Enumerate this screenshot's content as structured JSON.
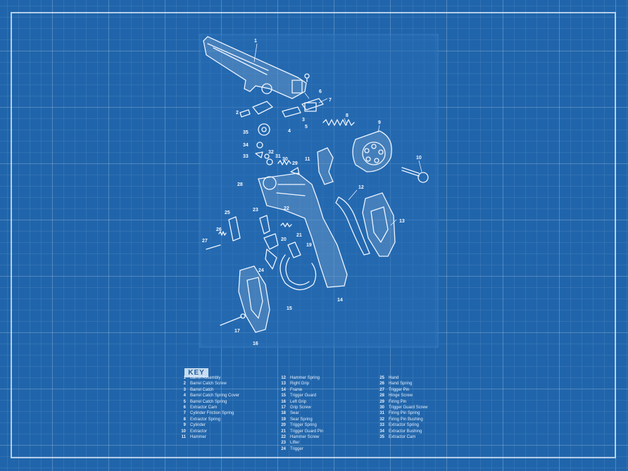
{
  "diagram": {
    "callouts": [
      "1",
      "2",
      "3",
      "4",
      "5",
      "6",
      "7",
      "8",
      "9",
      "10",
      "11",
      "12",
      "13",
      "14",
      "15",
      "16",
      "17",
      "19",
      "20",
      "21",
      "22",
      "23",
      "24",
      "25",
      "26",
      "27",
      "28",
      "29",
      "30",
      "31",
      "32",
      "33",
      "34",
      "35"
    ]
  },
  "key": {
    "title": "KEY",
    "columns": [
      [
        {
          "n": "1",
          "label": "Barrel Assembly"
        },
        {
          "n": "2",
          "label": "Barrel Catch Screw"
        },
        {
          "n": "3",
          "label": "Barrel Catch"
        },
        {
          "n": "4",
          "label": "Barrel Catch Spring Cover"
        },
        {
          "n": "5",
          "label": "Barrel Catch Spring"
        },
        {
          "n": "6",
          "label": "Extractor Cam"
        },
        {
          "n": "7",
          "label": "Cylinder Friction Spring"
        },
        {
          "n": "8",
          "label": "Extractor Spring"
        },
        {
          "n": "9",
          "label": "Cylinder"
        },
        {
          "n": "10",
          "label": "Extractor"
        },
        {
          "n": "11",
          "label": "Hammer"
        }
      ],
      [
        {
          "n": "12",
          "label": "Hammer Spring"
        },
        {
          "n": "13",
          "label": "Right Grip"
        },
        {
          "n": "14",
          "label": "Frame"
        },
        {
          "n": "15",
          "label": "Trigger Guard"
        },
        {
          "n": "16",
          "label": "Left Grip"
        },
        {
          "n": "17",
          "label": "Grip Screw"
        },
        {
          "n": "18",
          "label": "Sear"
        },
        {
          "n": "19",
          "label": "Sear Spring"
        },
        {
          "n": "20",
          "label": "Trigger Spring"
        },
        {
          "n": "21",
          "label": "Trigger Guard Pin"
        },
        {
          "n": "22",
          "label": "Hammer Screw"
        },
        {
          "n": "23",
          "label": "Lifter"
        },
        {
          "n": "24",
          "label": "Trigger"
        }
      ],
      [
        {
          "n": "25",
          "label": "Hand"
        },
        {
          "n": "26",
          "label": "Hand Spring"
        },
        {
          "n": "27",
          "label": "Trigger Pin"
        },
        {
          "n": "28",
          "label": "Hinge Screw"
        },
        {
          "n": "29",
          "label": "Firing Pin"
        },
        {
          "n": "30",
          "label": "Trigger Guard Screw"
        },
        {
          "n": "31",
          "label": "Firing Pin Spring"
        },
        {
          "n": "32",
          "label": "Firing Pin Bushing"
        },
        {
          "n": "33",
          "label": "Extractor Spring"
        },
        {
          "n": "34",
          "label": "Extractor Bushing"
        },
        {
          "n": "35",
          "label": "Extractor Cam"
        }
      ]
    ]
  }
}
